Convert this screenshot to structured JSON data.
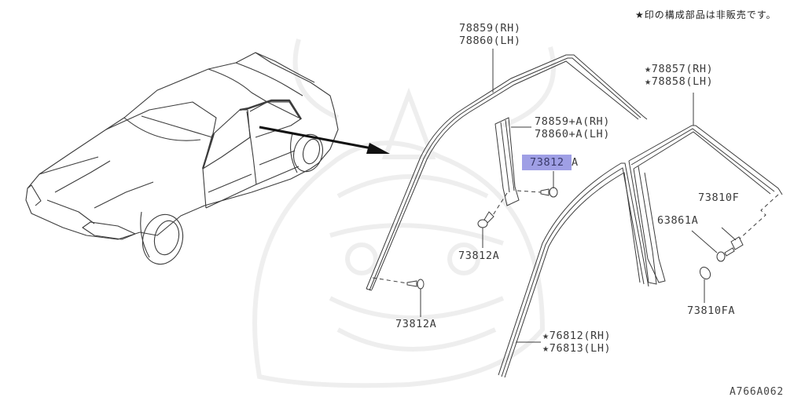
{
  "header_note": "★印の構成部品は非販売です。",
  "diagram_code": "A766A062",
  "highlight": {
    "text": "73812",
    "suffix": "A",
    "color": "#8e8ee0"
  },
  "callouts": {
    "front_outer_molding": {
      "rh": "78859(RH)",
      "lh": "78860(LH)"
    },
    "rear_outer_molding": {
      "rh": "★78857(RH)",
      "lh": "★78858(LH)"
    },
    "center_pillar_cover": {
      "rh": "78859+A(RH)",
      "lh": "78860+A(LH)"
    },
    "screw_top_center": "73812A",
    "screw_mid_left": "73812A",
    "screw_bottom_left": "73812A",
    "clip_73810f": "73810F",
    "screw_63861a": "63861A",
    "cap_73810fa": "73810FA",
    "front_door_sash": {
      "rh": "★76812(RH)",
      "lh": "★76813(LH)"
    }
  },
  "colors": {
    "line": "#3c3c3c",
    "watermark": "#ececec",
    "highlight": "#8e8ee0"
  }
}
